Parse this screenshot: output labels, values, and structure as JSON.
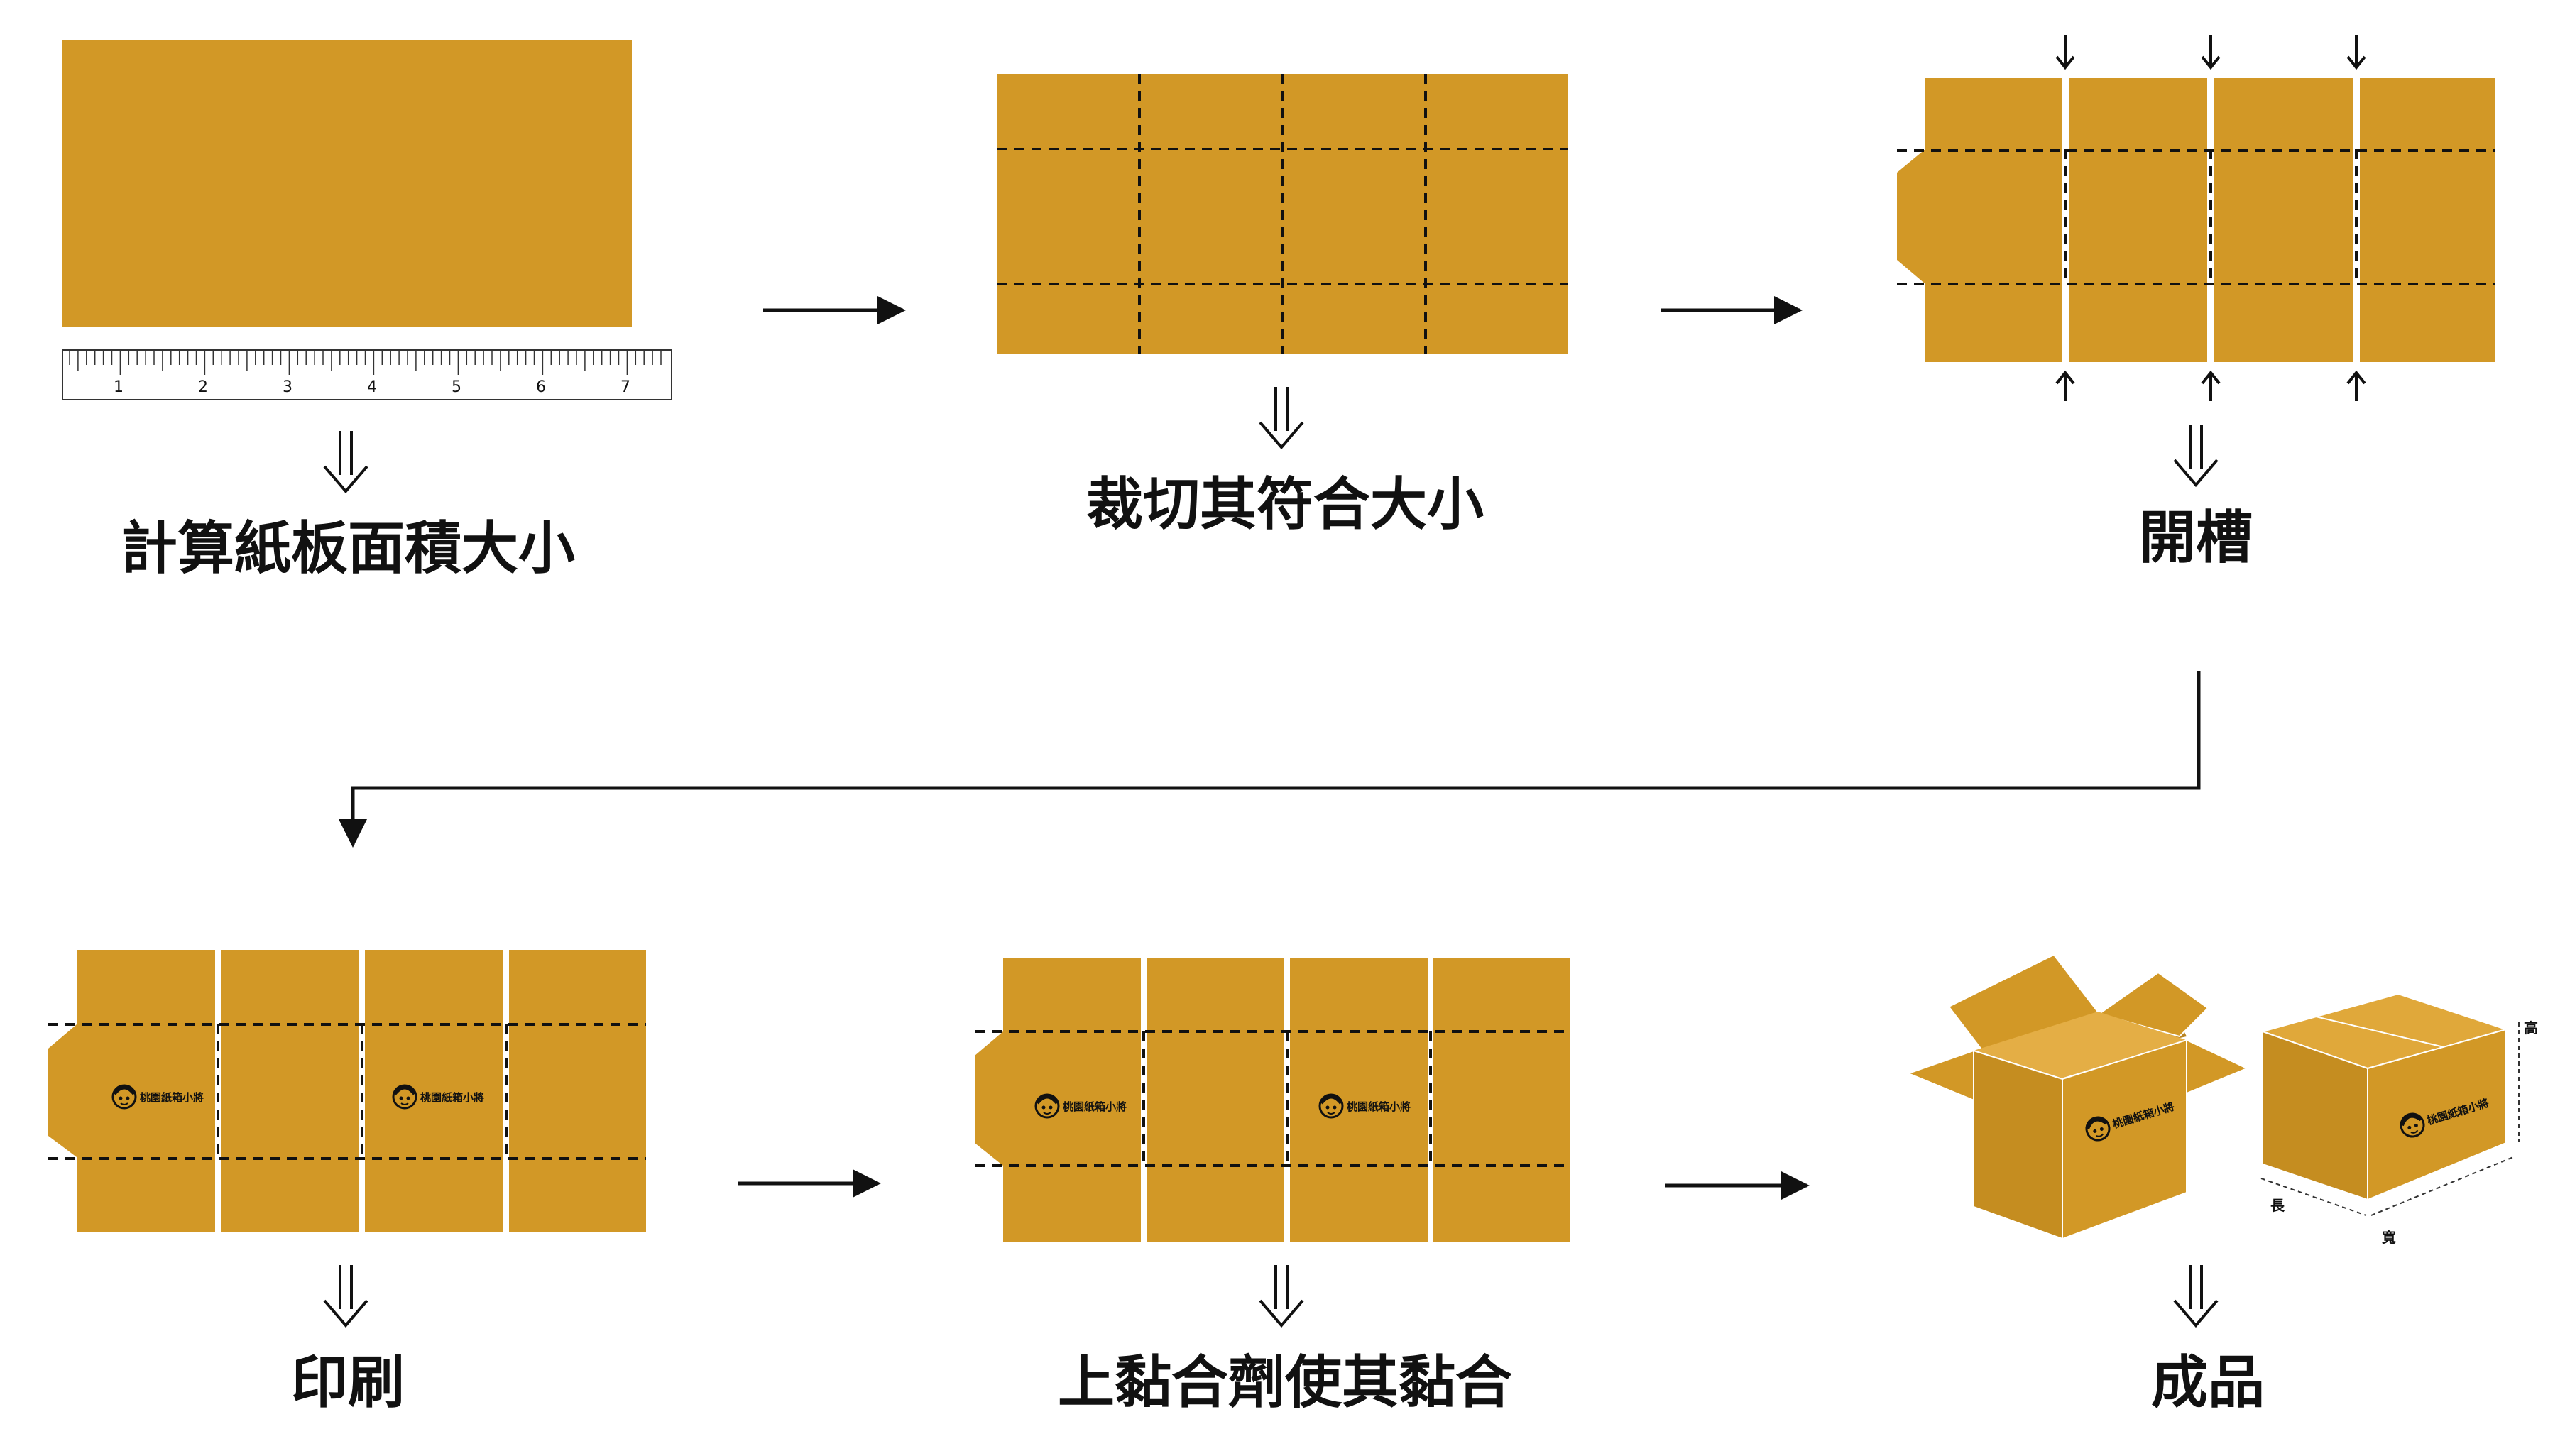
{
  "steps": {
    "measure": {
      "caption": "計算紙板面積大小"
    },
    "cut": {
      "caption": "裁切其符合大小"
    },
    "slot": {
      "caption": "開槽"
    },
    "print": {
      "caption": "印刷"
    },
    "glue": {
      "caption": "上黏合劑使其黏合"
    },
    "finish": {
      "caption": "成品"
    }
  },
  "ruler": {
    "numbers": [
      "1",
      "2",
      "3",
      "4",
      "5",
      "6",
      "7"
    ]
  },
  "logo": {
    "text": "桃園紙箱小將"
  },
  "dimensions": {
    "length": "長",
    "width": "寬",
    "height": "高"
  },
  "colors": {
    "cardboard": "#D29826",
    "cardboard_light": "#E4AE45",
    "ink": "#111111"
  }
}
